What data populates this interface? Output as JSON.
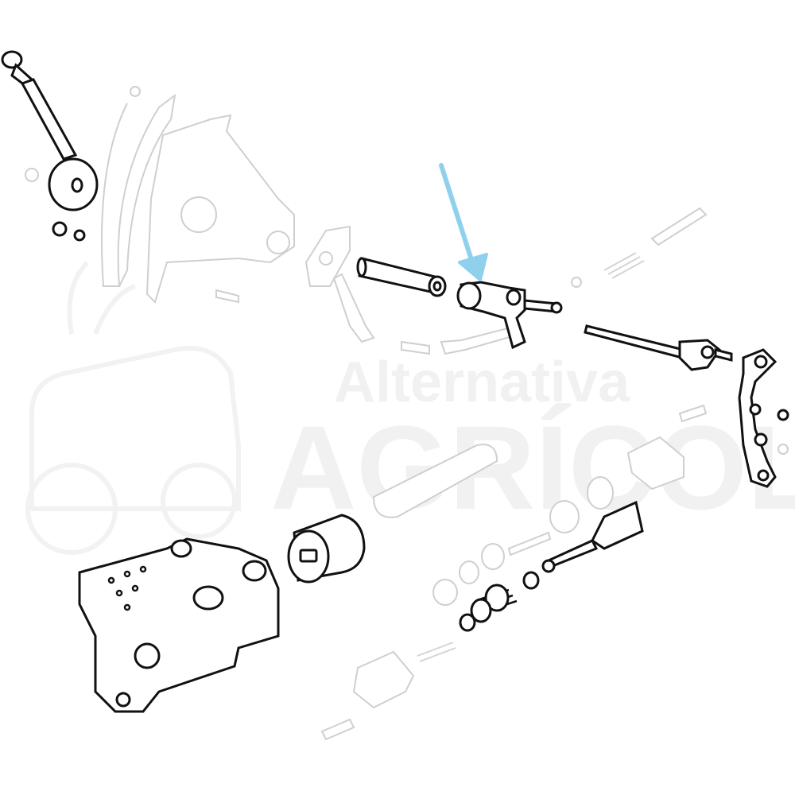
{
  "watermark": {
    "line1": "Alternativa",
    "line2": "AGRÍCOLA",
    "color": "#f1f1f1"
  },
  "diagram": {
    "line_color": "#111111",
    "faded_color": "#cfcfcf",
    "arrow_color": "#8fd0ec",
    "highlighted_part": "bushing-with-lever"
  }
}
